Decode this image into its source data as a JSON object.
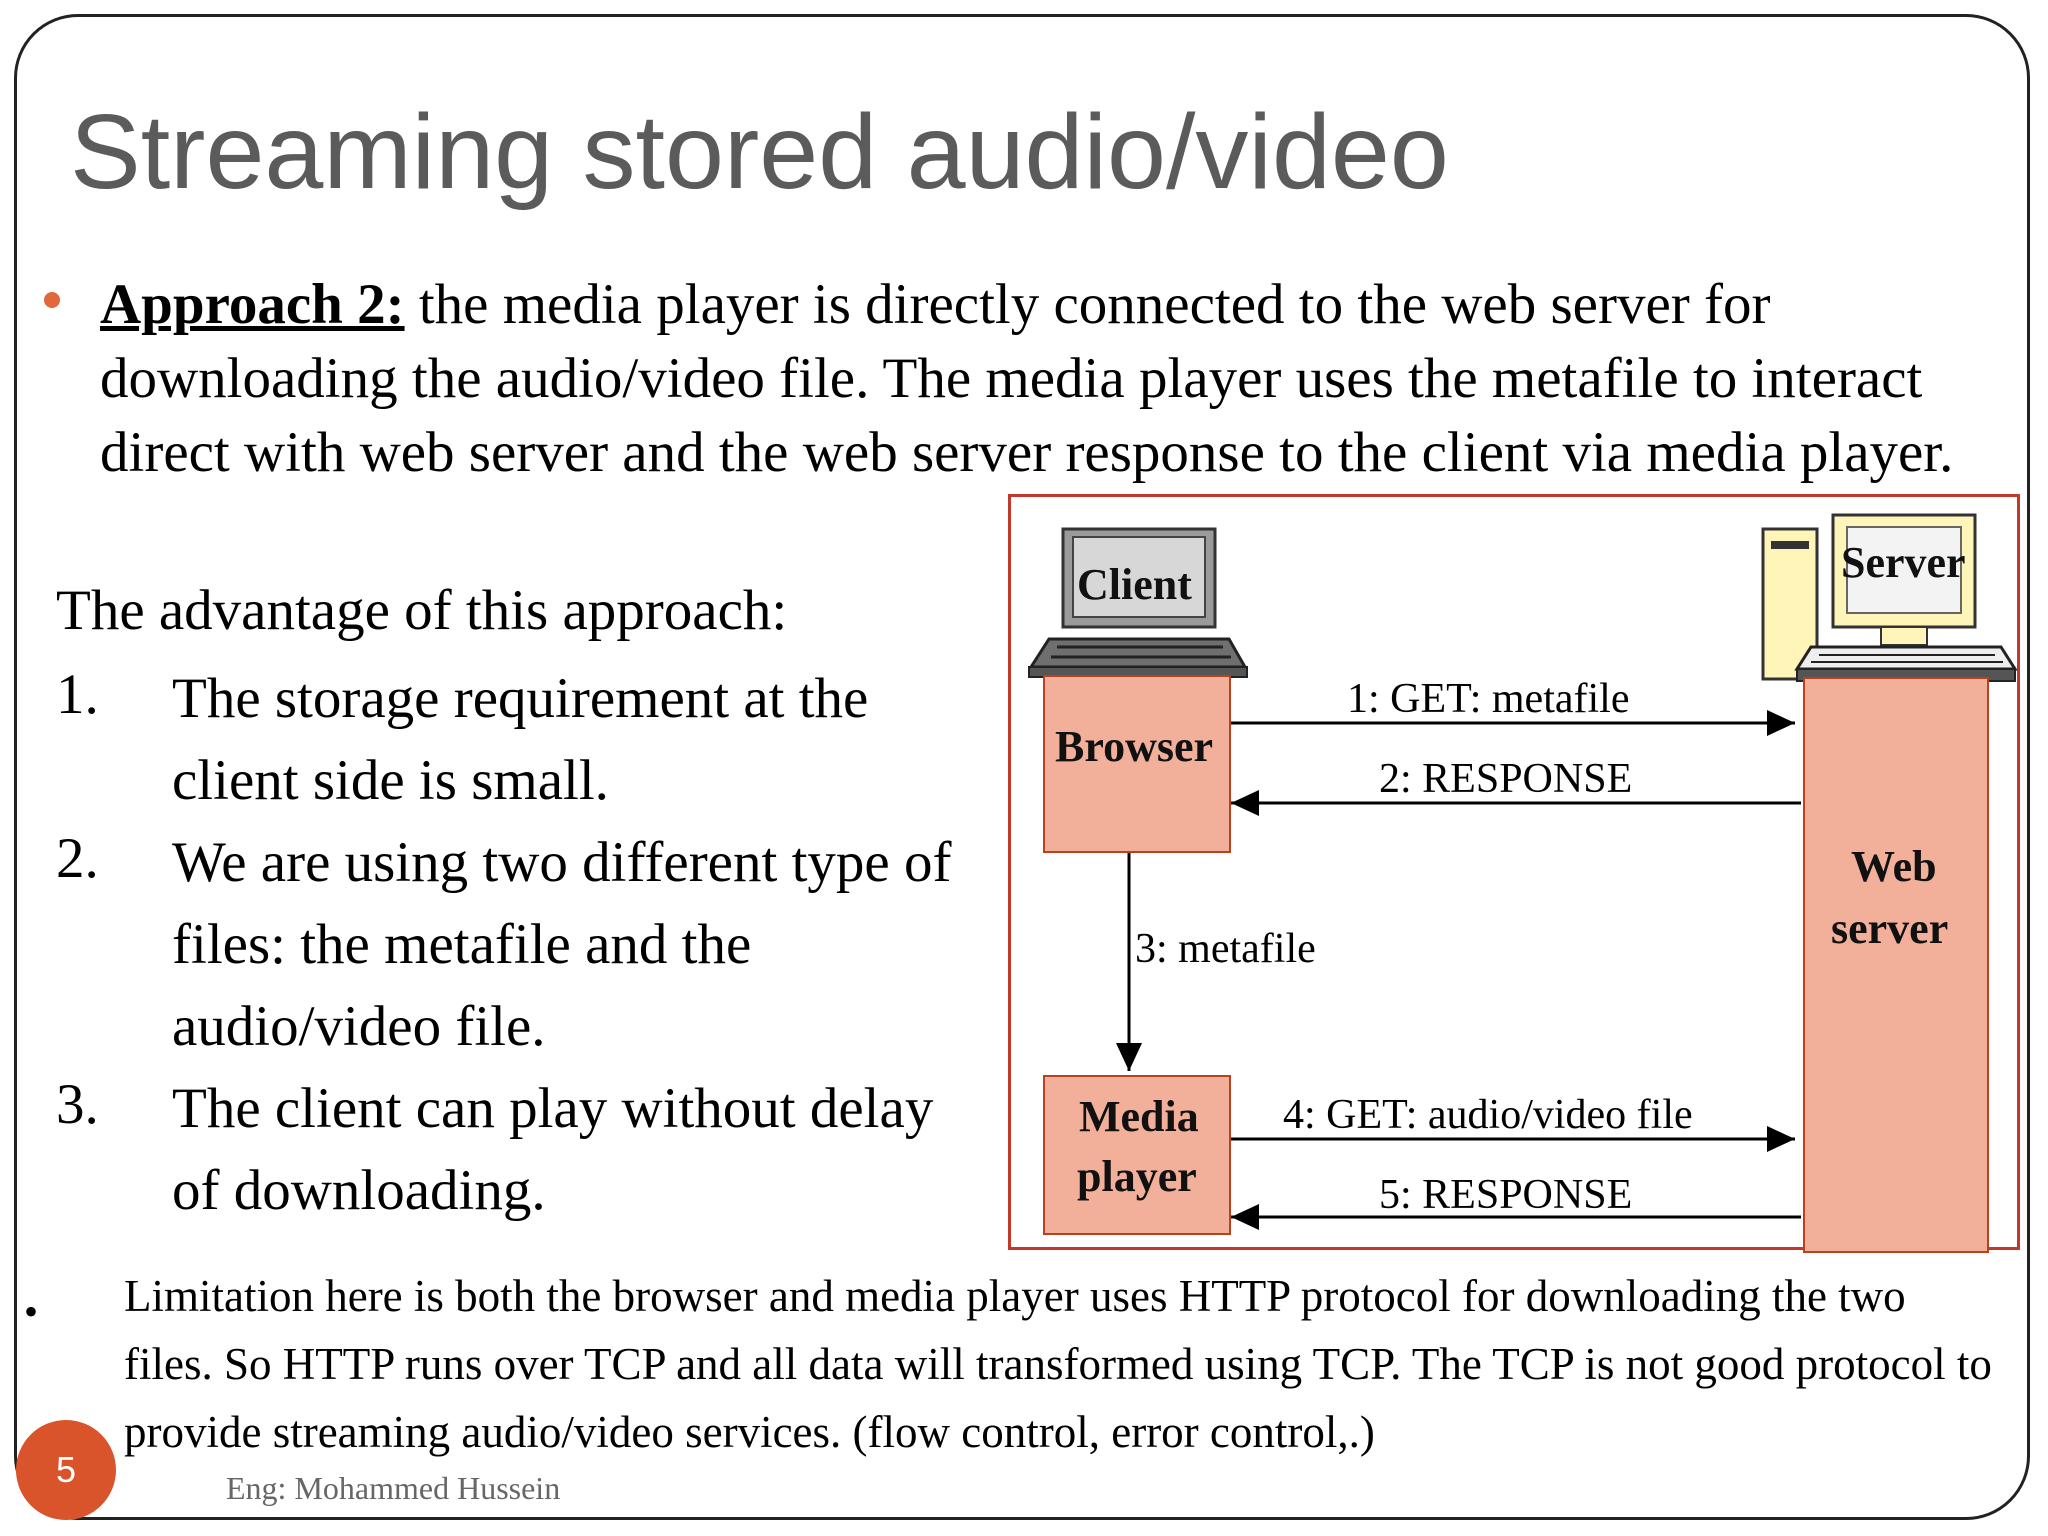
{
  "slide": {
    "title": "Streaming stored audio/video",
    "approach_label": "Approach 2:",
    "approach_text": " the media player is directly connected to the web server for downloading the audio/video file. The media player uses the metafile to interact direct with web server and the web server response to the client via media player.",
    "advantage_heading": "The advantage of this approach:",
    "advantages": [
      {
        "num": "1.",
        "text": "The storage requirement at the client side is small."
      },
      {
        "num": "2.",
        "text": "We are using two different type of files: the metafile and the audio/video file."
      },
      {
        "num": "3.",
        "text": "The client can play without delay of downloading."
      }
    ],
    "limitation_bullet": "•",
    "limitation_text": "Limitation here is both the browser and media player uses HTTP protocol for downloading the two files. So HTTP runs over TCP and all data will transformed using TCP.  The TCP is not good protocol to provide streaming audio/video services. (flow control, error control,.)",
    "footer": "Eng: Mohammed Hussein",
    "page_number": "5",
    "accent_color": "#e0683a"
  },
  "diagram": {
    "client_label": "Client",
    "server_label": "Server",
    "browser_label": "Browser",
    "media_player_label_1": "Media",
    "media_player_label_2": "player",
    "web_server_label_1": "Web",
    "web_server_label_2": "server",
    "arrow_1": "1: GET: metafile",
    "arrow_2": "2: RESPONSE",
    "arrow_3": "3: metafile",
    "arrow_4": "4: GET: audio/video file",
    "arrow_5": "5: RESPONSE",
    "box_color": "#f2b09a",
    "border_color": "#c0392b"
  }
}
